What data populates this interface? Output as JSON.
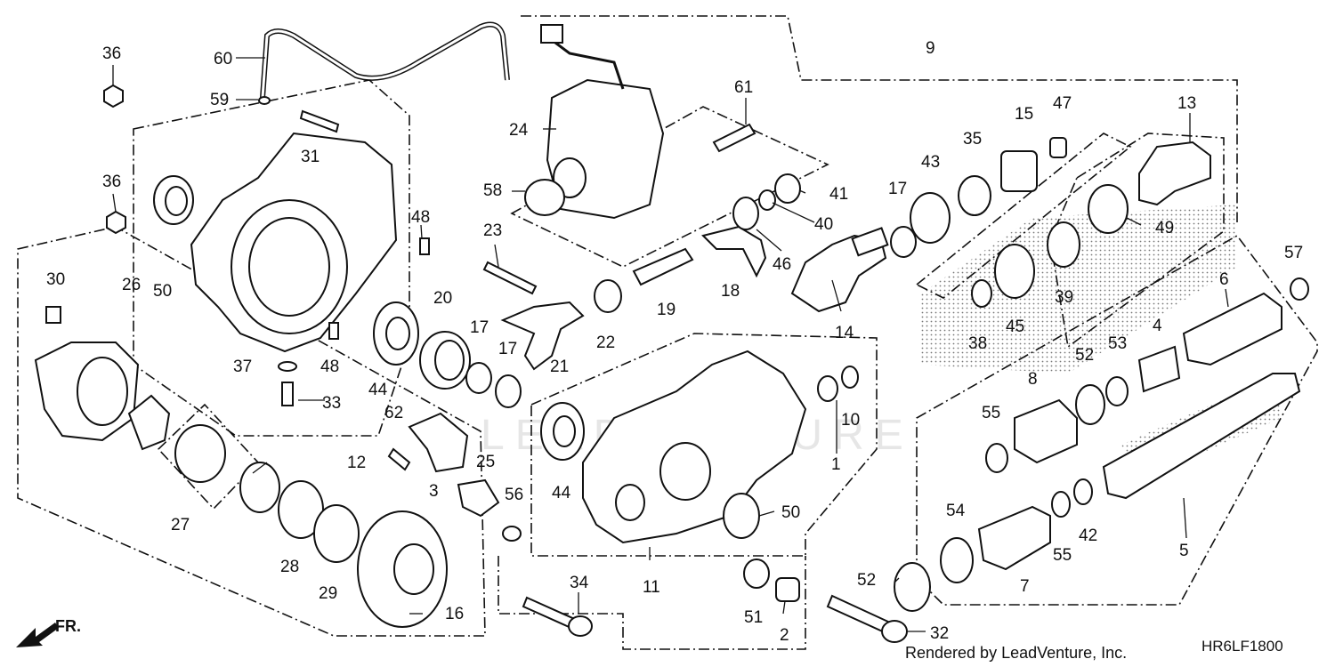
{
  "callouts": [
    "1",
    "2",
    "3",
    "4",
    "5",
    "6",
    "7",
    "8",
    "9",
    "10",
    "11",
    "12",
    "13",
    "14",
    "15",
    "16",
    "17",
    "17",
    "17",
    "18",
    "19",
    "20",
    "21",
    "22",
    "23",
    "24",
    "25",
    "26",
    "27",
    "28",
    "29",
    "30",
    "31",
    "32",
    "33",
    "34",
    "35",
    "36",
    "36",
    "37",
    "38",
    "39",
    "40",
    "41",
    "42",
    "43",
    "44",
    "44",
    "45",
    "46",
    "47",
    "48",
    "48",
    "49",
    "50",
    "50",
    "51",
    "52",
    "52",
    "53",
    "54",
    "55",
    "55",
    "56",
    "57",
    "58",
    "59",
    "60",
    "61",
    "62"
  ],
  "direction_label": "FR.",
  "watermark": "LEADVENTURE",
  "credit": "Rendered by LeadVenture, Inc.",
  "diagram_code": "HR6LF1800"
}
